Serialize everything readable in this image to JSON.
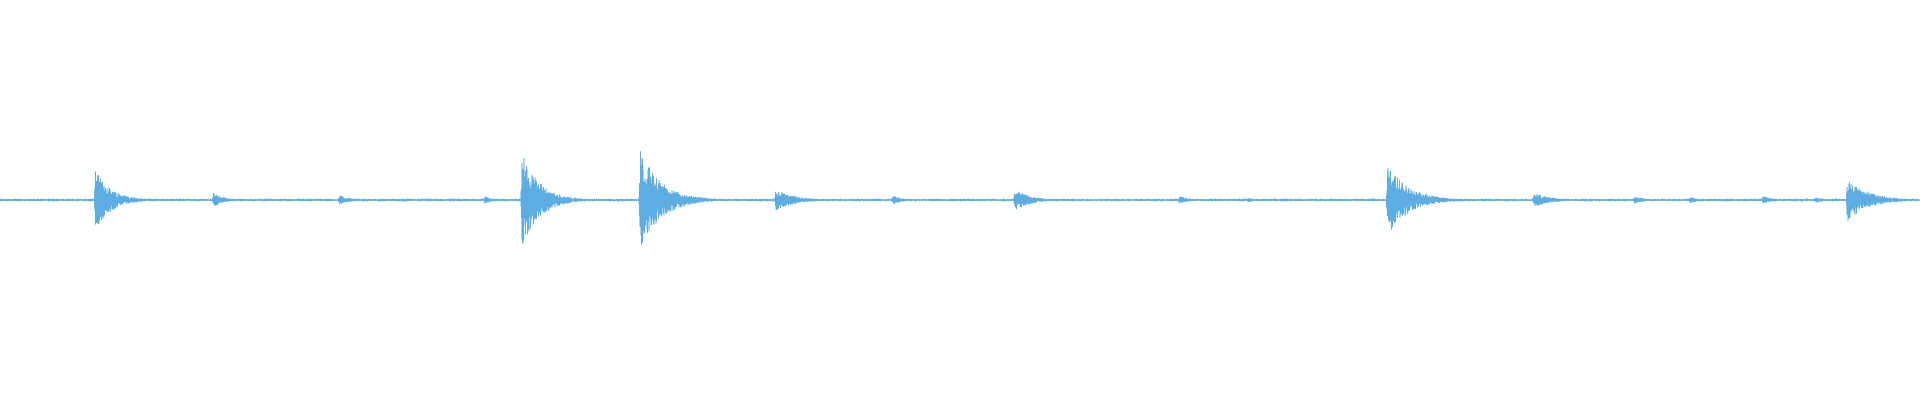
{
  "waveform": {
    "color": "#5dade2",
    "background": "#ffffff",
    "baseline_amplitude": 0.006,
    "noise_floor": 0.004,
    "bursts": [
      {
        "t": 0.0497,
        "peak": 0.075,
        "decay": 0.0085
      },
      {
        "t": 0.1112,
        "peak": 0.018,
        "decay": 0.0055
      },
      {
        "t": 0.1767,
        "peak": 0.012,
        "decay": 0.006
      },
      {
        "t": 0.2526,
        "peak": 0.011,
        "decay": 0.004
      },
      {
        "t": 0.272,
        "peak": 0.12,
        "decay": 0.009
      },
      {
        "t": 0.3335,
        "peak": 0.125,
        "decay": 0.011
      },
      {
        "t": 0.4041,
        "peak": 0.028,
        "decay": 0.0095
      },
      {
        "t": 0.465,
        "peak": 0.012,
        "decay": 0.005
      },
      {
        "t": 0.5286,
        "peak": 0.028,
        "decay": 0.008
      },
      {
        "t": 0.6145,
        "peak": 0.01,
        "decay": 0.006
      },
      {
        "t": 0.65,
        "peak": 0.006,
        "decay": 0.004
      },
      {
        "t": 0.7227,
        "peak": 0.09,
        "decay": 0.011
      },
      {
        "t": 0.799,
        "peak": 0.018,
        "decay": 0.009
      },
      {
        "t": 0.8512,
        "peak": 0.009,
        "decay": 0.007
      },
      {
        "t": 0.88,
        "peak": 0.008,
        "decay": 0.006
      },
      {
        "t": 0.9181,
        "peak": 0.011,
        "decay": 0.006
      },
      {
        "t": 0.9458,
        "peak": 0.008,
        "decay": 0.004
      },
      {
        "t": 0.9622,
        "peak": 0.055,
        "decay": 0.011
      }
    ]
  }
}
